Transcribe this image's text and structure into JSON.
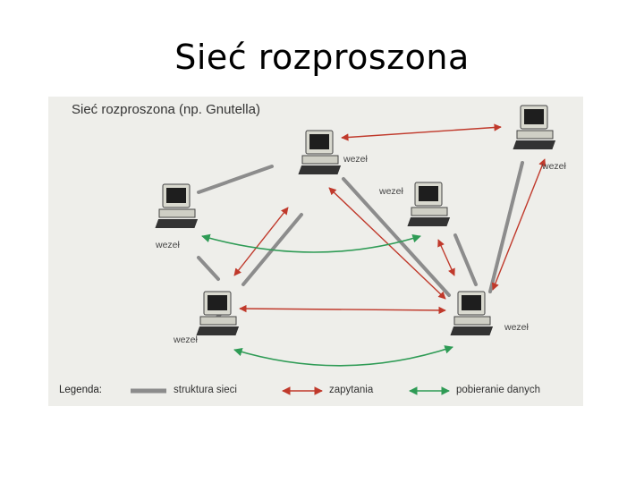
{
  "slide": {
    "title": "Sieć rozproszona"
  },
  "diagram": {
    "title": "Sieć rozproszona (np. Gnutella)",
    "node_label": "wezeł",
    "legend": {
      "label": "Legenda:",
      "structure": "struktura sieci",
      "queries": "zapytania",
      "download": "pobieranie danych"
    },
    "colors": {
      "structure": "#8c8c8c",
      "queries": "#c0392b",
      "download": "#2e9b55",
      "background": "#eeeeea"
    }
  }
}
